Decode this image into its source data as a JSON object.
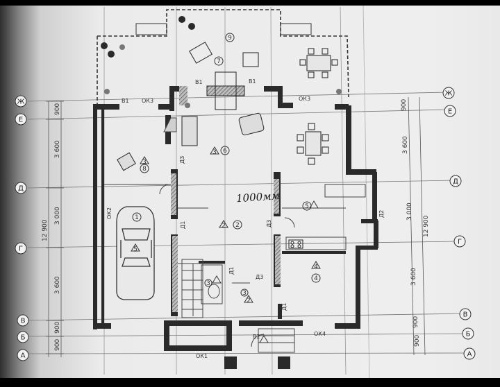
{
  "axes_left": [
    {
      "key": "zh",
      "label": "Ж"
    },
    {
      "key": "e",
      "label": "Е"
    },
    {
      "key": "d",
      "label": "Д"
    },
    {
      "key": "g",
      "label": "Г"
    },
    {
      "key": "v",
      "label": "В"
    },
    {
      "key": "b",
      "label": "Б"
    },
    {
      "key": "a",
      "label": "А"
    }
  ],
  "axes_right": [
    {
      "key": "zh",
      "label": "Ж"
    },
    {
      "key": "e",
      "label": "Е"
    },
    {
      "key": "d",
      "label": "Д"
    },
    {
      "key": "g",
      "label": "Г"
    },
    {
      "key": "v",
      "label": "В"
    },
    {
      "key": "b",
      "label": "Б"
    },
    {
      "key": "a",
      "label": "А"
    }
  ],
  "dims_left": {
    "total": "12 900",
    "seg": [
      "900",
      "3 600",
      "3 000",
      "3 600",
      "900",
      "900"
    ]
  },
  "dims_right": {
    "total": "12 900",
    "seg": [
      "900",
      "3 600",
      "3 000",
      "3 600",
      "900",
      "900"
    ]
  },
  "labels": {
    "v1a": "В1",
    "ok3a": "ОК3",
    "v1b": "В1",
    "v1c": "В1",
    "ok3b": "ОК3",
    "d3a": "Д3",
    "d3b": "Д3",
    "d3c": "Д3",
    "d1a": "Д1",
    "d1b": "Д1",
    "ok2": "ОК2",
    "v2": "В2",
    "ok4": "ОК4",
    "ok1": "ОК1",
    "d1c": "Д1",
    "d2": "Д2"
  },
  "rooms": {
    "terrace": "9",
    "r1": "1",
    "r2": "2",
    "r3": "3",
    "r4": "4",
    "r5": "5",
    "r6": "6",
    "r7": "7",
    "r8": "8",
    "r2b": "2",
    "r3b": "3",
    "r4b": "4",
    "r5b": "5",
    "r2c": "2",
    "r3c": "3",
    "r3d": "3"
  },
  "handwritten": "1000мм",
  "colors": {
    "paper": "#ececec",
    "shadow": "#3a3a3a",
    "line": "#333333",
    "wall": "#2a2a2a"
  }
}
